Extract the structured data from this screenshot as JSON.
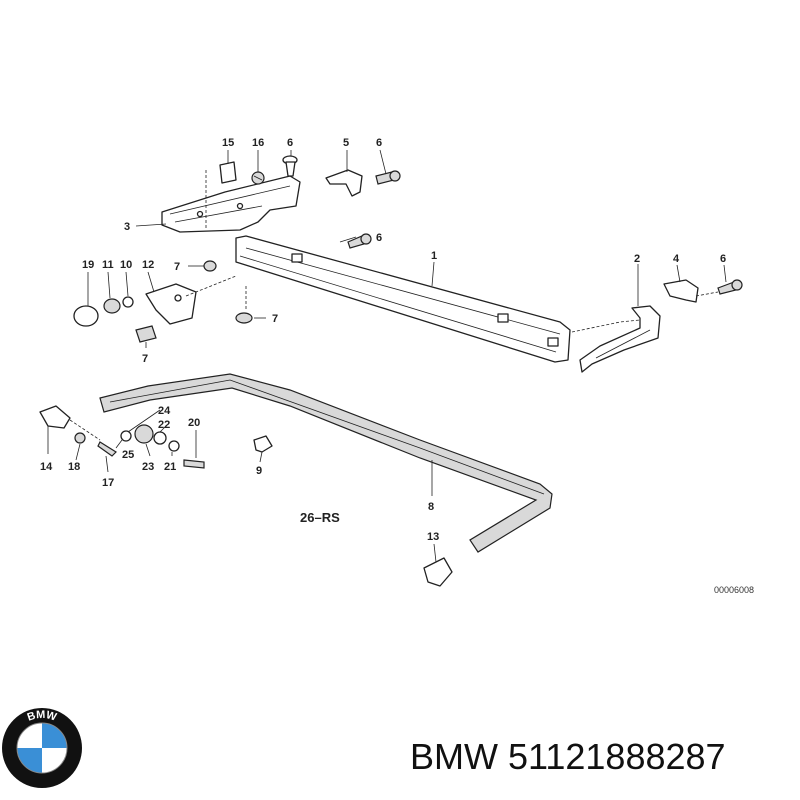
{
  "callouts": [
    {
      "id": "c15",
      "label": "15"
    },
    {
      "id": "c16",
      "label": "16"
    },
    {
      "id": "c6a",
      "label": "6"
    },
    {
      "id": "c5",
      "label": "5"
    },
    {
      "id": "c6b",
      "label": "6"
    },
    {
      "id": "c3",
      "label": "3"
    },
    {
      "id": "c6c",
      "label": "6"
    },
    {
      "id": "c1",
      "label": "1"
    },
    {
      "id": "c2",
      "label": "2"
    },
    {
      "id": "c4",
      "label": "4"
    },
    {
      "id": "c6d",
      "label": "6"
    },
    {
      "id": "c19",
      "label": "19"
    },
    {
      "id": "c11",
      "label": "11"
    },
    {
      "id": "c10",
      "label": "10"
    },
    {
      "id": "c12",
      "label": "12"
    },
    {
      "id": "c7a",
      "label": "7"
    },
    {
      "id": "c7b",
      "label": "7"
    },
    {
      "id": "c7c",
      "label": "7"
    },
    {
      "id": "c24",
      "label": "24"
    },
    {
      "id": "c22",
      "label": "22"
    },
    {
      "id": "c20",
      "label": "20"
    },
    {
      "id": "c14",
      "label": "14"
    },
    {
      "id": "c18",
      "label": "18"
    },
    {
      "id": "c25",
      "label": "25"
    },
    {
      "id": "c23",
      "label": "23"
    },
    {
      "id": "c21",
      "label": "21"
    },
    {
      "id": "c17",
      "label": "17"
    },
    {
      "id": "c9",
      "label": "9"
    },
    {
      "id": "c8",
      "label": "8"
    },
    {
      "id": "c13",
      "label": "13"
    }
  ],
  "group_label": "26–RS",
  "reference_code": "00006008",
  "brand_logo": {
    "lettering": "BMW",
    "colors": {
      "ring": "#111111",
      "blue": "#3a8fd6",
      "white": "#ffffff"
    }
  },
  "part_number_text": "BMW 51121888287"
}
